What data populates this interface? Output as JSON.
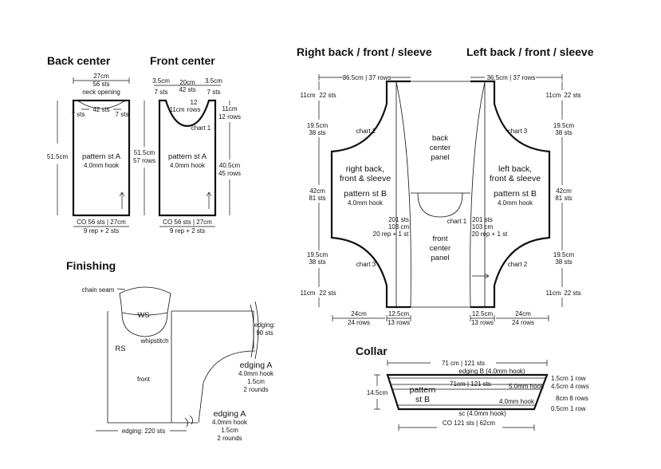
{
  "headings": {
    "back_center": "Back center",
    "front_center": "Front center",
    "right_panel": "Right back / front / sleeve",
    "left_panel": "Left back / front / sleeve",
    "finishing": "Finishing",
    "collar": "Collar"
  },
  "back_center": {
    "width_cm": "27cm",
    "width_sts": "56 sts",
    "neck_opening": "neck opening",
    "neck_sts": "42 sts",
    "side_left": "7 sts",
    "side_right": "7 sts",
    "height": "51.5cm",
    "pattern": "pattern st A",
    "hook": "4.0mm hook",
    "co": "CO 56 sts | 27cm",
    "rep": "9 rep + 2 sts"
  },
  "front_center": {
    "left_cm": "3.5cm",
    "left_sts": "7 sts",
    "mid_cm": "20cm",
    "mid_sts": "42 sts",
    "right_cm": "3.5cm",
    "right_sts": "7 sts",
    "inner_cm": "11cm",
    "inner_rows_num": "12",
    "inner_rows": "rows",
    "chart": "chart 1",
    "height_cm": "51.5cm",
    "height_rows": "57 rows",
    "r_top_cm": "11cm",
    "r_top_rows": "12 rows",
    "r_bot_cm": "40.5cm",
    "r_bot_rows": "45 rows",
    "pattern": "pattern st A",
    "hook": "4.0mm hook",
    "co": "CO 56 sts | 27cm",
    "rep": "9 rep + 2 sts"
  },
  "right_panel": {
    "top_dim": "36.5cm | 37 rows",
    "l11a": "11cm",
    "l22a": "22 sts",
    "l195a": "19.5cm",
    "l38a": "38 sts",
    "l42": "42cm",
    "l81": "81 sts",
    "l195b": "19.5cm",
    "l38b": "38 sts",
    "l11b": "11cm",
    "l22b": "22 sts",
    "chart2": "chart 2",
    "chart3": "chart 3",
    "title1": "right back,",
    "title2": "front & sleeve",
    "pattern": "pattern st B",
    "hook": "4.0mm hook",
    "sts": "201 sts",
    "cm": "103 cm",
    "rep": "20 rep + 1 st",
    "bot_cm1": "24cm",
    "bot_rows1": "24 rows",
    "bot_cm2": "12.5cm",
    "bot_rows2": "13 rows"
  },
  "center_panels": {
    "back1": "back",
    "back2": "center",
    "back3": "panel",
    "chart": "chart 1",
    "front1": "front",
    "front2": "center",
    "front3": "panel"
  },
  "left_panel": {
    "top_dim": "36.5cm | 37 rows",
    "r11a": "11cm",
    "r22a": "22 sts",
    "r195a": "19.5cm",
    "r38a": "38 sts",
    "r42": "42cm",
    "r81": "81 sts",
    "r195b": "19.5cm",
    "r38b": "38 sts",
    "r11b": "11cm",
    "r22b": "22 sts",
    "chart3": "chart 3",
    "chart2": "chart 2",
    "title1": "left back,",
    "title2": "front & sleeve",
    "pattern": "pattern st B",
    "hook": "4.0mm hook",
    "sts": "201 sts",
    "cm": "103 cm",
    "rep": "20 rep + 1 st",
    "bot_cm1": "12.5cm",
    "bot_rows1": "13 rows",
    "bot_cm2": "24cm",
    "bot_rows2": "24 rows"
  },
  "finishing": {
    "chain_seam": "chain seam",
    "ws": "WS",
    "whipstitch": "whipstitch",
    "rs": "RS",
    "front": "front",
    "edging_top": "edging:",
    "edging_top_sts": "90 sts",
    "edging_a1": "edging A",
    "hook_a1": "4.0mm hook",
    "cm_a1": "1.5cm",
    "rounds_a1": "2 rounds",
    "edging_bottom": "edging: 220 sts",
    "edging_a2": "edging A",
    "hook_a2": "4.0mm hook",
    "cm_a2": "1.5cm",
    "rounds_a2": "2 rounds"
  },
  "collar": {
    "top": "71 cm | 121 sts",
    "edging_b": "edging B (4.0mm hook)",
    "inner": "71cm | 121 sts",
    "hook_5": "5.0mm hook",
    "hook_4": "4.0mm hook",
    "height": "14.5cm",
    "pattern1": "pattern",
    "pattern2": "st B",
    "sc": "sc (4.0mm hook)",
    "co": "CO 121 sts | 62cm",
    "r1": "1.5cm 1 row",
    "r2": "4.5cm 4 rows",
    "r3": "8cm 8 rows",
    "r4": "0.5cm 1 row"
  }
}
